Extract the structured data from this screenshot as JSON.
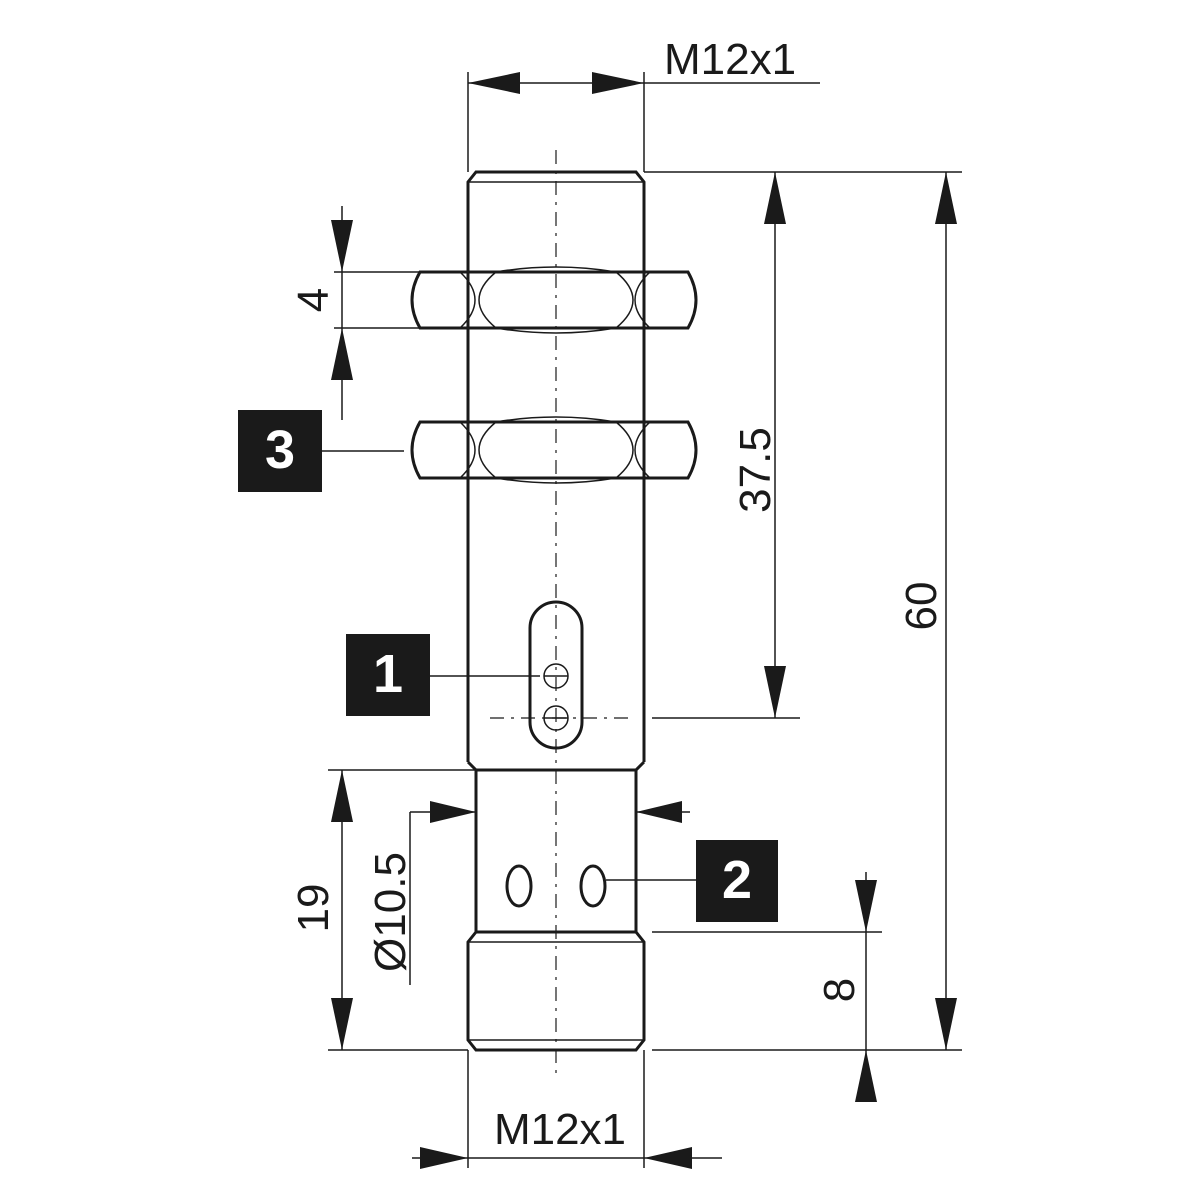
{
  "dimensions": {
    "thread_top": "M12x1",
    "thread_bottom": "M12x1",
    "nut_thickness": "4",
    "sensing_to_top": "37.5",
    "overall_length": "60",
    "connector_length": "19",
    "body_diameter": "Ø10.5",
    "thread_bottom_length": "8"
  },
  "callouts": [
    {
      "id": "1",
      "label": "1"
    },
    {
      "id": "2",
      "label": "2"
    },
    {
      "id": "3",
      "label": "3"
    }
  ],
  "colors": {
    "line": "#1a1a1a",
    "callout_fill": "#1a1a1a",
    "callout_text": "#ffffff",
    "background": "#ffffff"
  }
}
